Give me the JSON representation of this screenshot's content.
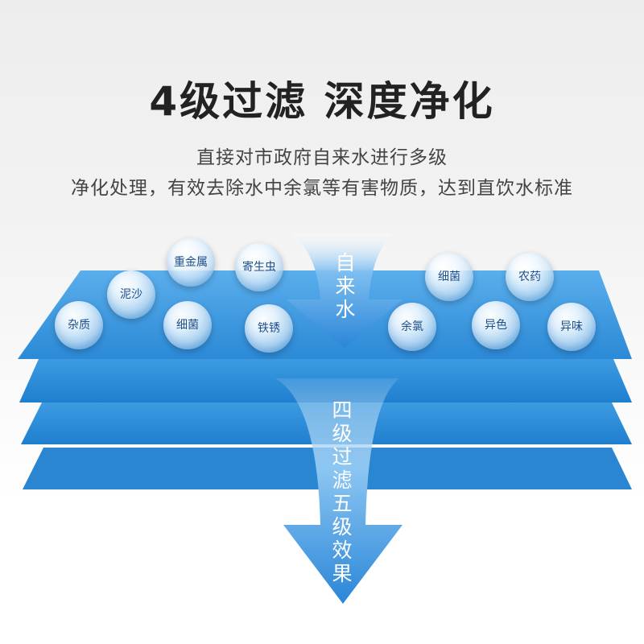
{
  "title": "4级过滤  深度净化",
  "subtitle_line1": "直接对市政府自来水进行多级",
  "subtitle_line2": "净化处理，有效去除水中余氯等有害物质，达到直饮水标准",
  "arrow_top_text": [
    "自",
    "来",
    "水"
  ],
  "arrow_bottom_text": [
    "四",
    "级",
    "过",
    "滤",
    "五",
    "级",
    "效",
    "果"
  ],
  "bubbles": [
    "杂质",
    "泥沙",
    "重金属",
    "细菌",
    "寄生虫",
    "铁锈",
    "余氯",
    "细菌",
    "异色",
    "农药",
    "异味"
  ],
  "colors": {
    "layer_top": "#3d9ae0",
    "layer_mid": "#2b8ad9",
    "arrow": "#2a86d8",
    "bubble_text": "#1e4f8a"
  }
}
